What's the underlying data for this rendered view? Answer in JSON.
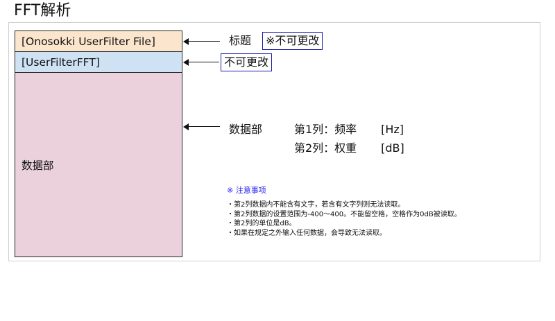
{
  "page": {
    "title": "FFT解析"
  },
  "file_blocks": {
    "title_block": "[Onosokki UserFilter File]",
    "format_block": "[UserFilterFFT]",
    "data_block": "数据部"
  },
  "annotations": {
    "title_label": "标题",
    "title_note": "※不可更改",
    "format_note": "不可更改",
    "data_label": "数据部",
    "columns": [
      {
        "name": "第1列：频率",
        "unit": "[Hz]"
      },
      {
        "name": "第2列：权重",
        "unit": "[dB]"
      }
    ]
  },
  "notes": {
    "heading": "※ 注意事项",
    "items": [
      "・第2列数据内不能含有文字，若含有文字列则无法读取。",
      "・第2列数据的设置范围为-400〜400。不能留空格，空格作为0dB被读取。",
      "・第2列的单位是dB。",
      "・如果在规定之外输入任何数据，会导致无法读取。"
    ]
  },
  "colors": {
    "title_block_bg": "#fbe5cd",
    "format_block_bg": "#cfe2f3",
    "data_block_bg": "#ead1dc",
    "note_box_border": "#1a1aa6",
    "notes_heading": "#1a1aee"
  }
}
